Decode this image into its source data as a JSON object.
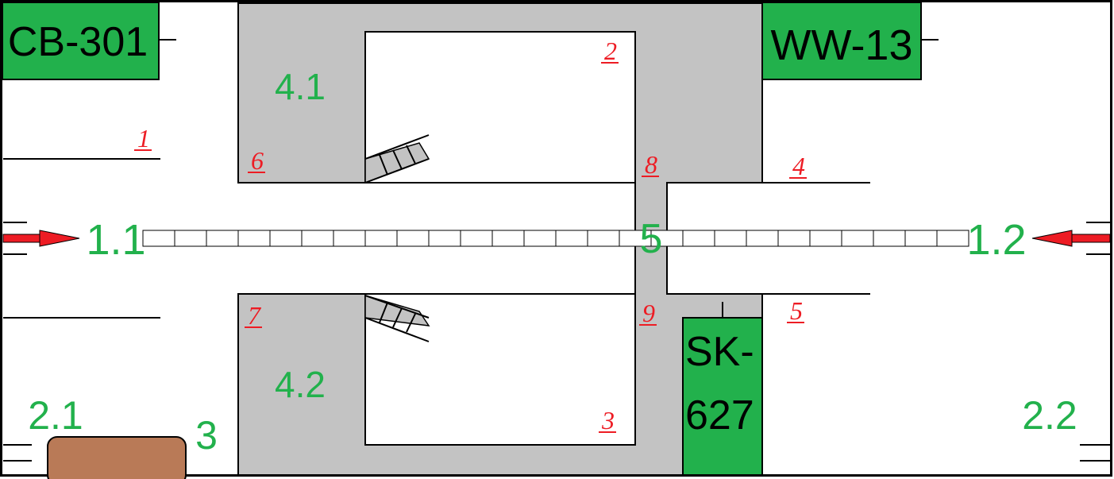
{
  "buildings": [
    {
      "id": "cb",
      "label": "CB-301"
    },
    {
      "id": "ww",
      "label": "WW-13"
    },
    {
      "id": "sk",
      "lines": [
        "SK-",
        "627"
      ]
    }
  ],
  "zones": {
    "z11": "1.1",
    "z12": "1.2",
    "z21": "2.1",
    "z22": "2.2",
    "z3": "3",
    "z41": "4.1",
    "z42": "4.2",
    "z5": "5"
  },
  "markers": {
    "m1": "1",
    "m2": "2",
    "m3": "3",
    "m4": "4",
    "m5": "5",
    "m6": "6",
    "m7": "7",
    "m8": "8",
    "m9": "9"
  },
  "colors": {
    "building_fill": "#22b14c",
    "zone_text": "#22b14c",
    "marker_text": "#ed1c24",
    "arrow": "#ed1c24",
    "block_fill": "#c3c3c3",
    "car_fill": "#b97a57",
    "line": "#000000"
  },
  "icons": {
    "entry_arrows": "arrow-right-icon, arrow-left-icon",
    "stairs": "stairs-icon",
    "vehicle": "car-icon"
  }
}
